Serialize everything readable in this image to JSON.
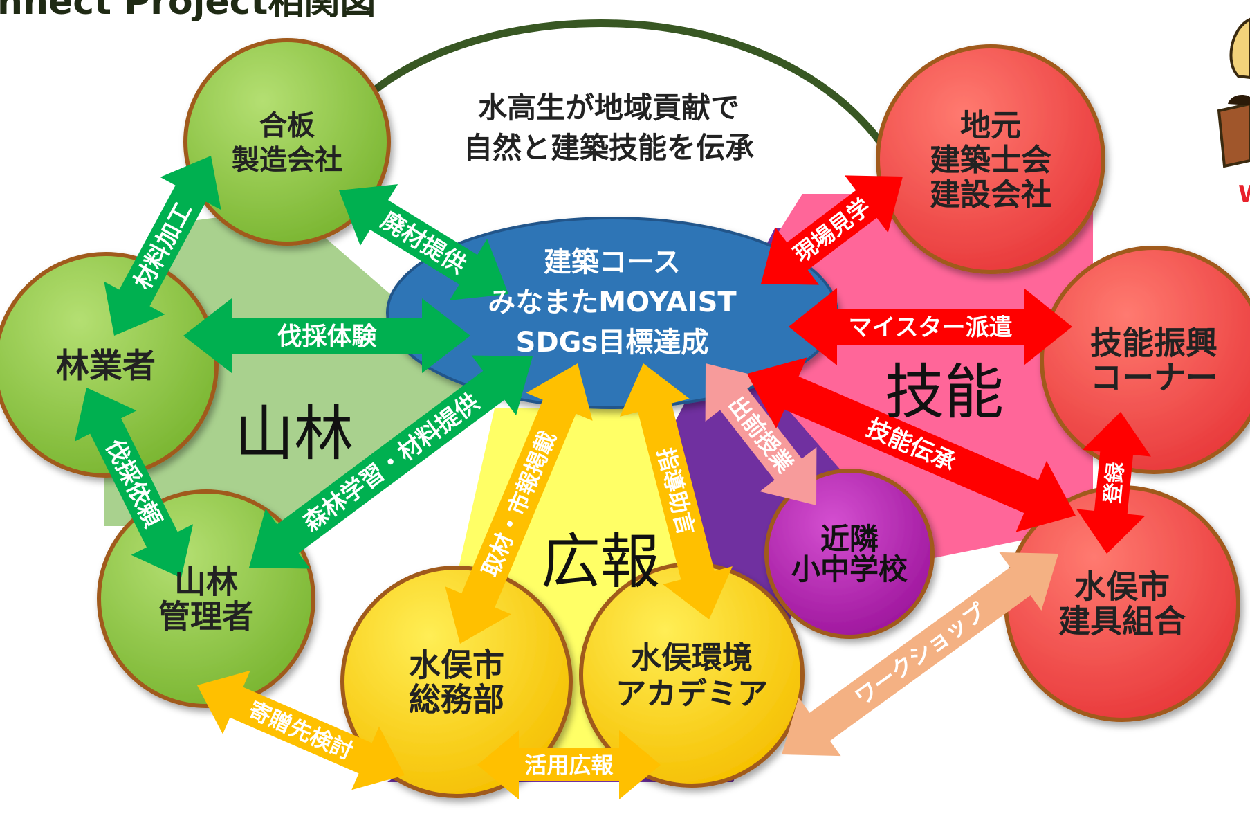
{
  "title": "nnect Project相関図",
  "center_tagline": [
    "水高生が地域貢献で",
    "自然と建築技能を伝承"
  ],
  "center": {
    "lines": [
      "建築コース",
      "みなまたMOYAIST",
      "SDGs目標達成"
    ]
  },
  "zones": {
    "forest": "山林",
    "skill": "技能",
    "pr": "広報"
  },
  "nodes": {
    "plywood": [
      "合板",
      "製造会社"
    ],
    "forester": [
      "林業者"
    ],
    "forest_manager": [
      "山林",
      "管理者"
    ],
    "general_affairs": [
      "水俣市",
      "総務部"
    ],
    "env_academy": [
      "水俣環境",
      "アカデミア"
    ],
    "schools": [
      "近隣",
      "小中学校"
    ],
    "joinery": [
      "水俣市",
      "建具組合"
    ],
    "skill_corner": [
      "技能振興",
      "コーナー"
    ],
    "architects": [
      "地元",
      "建築士会",
      "建設会社"
    ]
  },
  "links": {
    "scrap_supply": "廃材提供",
    "material_processing": "材料加工",
    "felling_experience": "伐採体験",
    "felling_request": "伐採依頼",
    "forest_learning": "森林学習・材料提供",
    "donation": "寄贈先検討",
    "city_pr": "取材・市報掲載",
    "guidance": "指導助言",
    "usage_pr": "活用広報",
    "visiting_class": "出前授業",
    "workshop": "ワークショップ",
    "skill_transfer": "技能伝承",
    "meister": "マイスター派遣",
    "site_visit": "現場見学",
    "registration": "登録"
  },
  "mascot_fragment": "W",
  "colors": {
    "green_node": "#8ec641",
    "green_arrow": "#00b050",
    "red_node": "#f04a4a",
    "red_arrow": "#ff0000",
    "yellow_node": "#ffc000",
    "magenta_node": "#b01fb0",
    "center_fill": "#2e75b6",
    "purple_zone": "#7030a0",
    "pink_zone": "#ff6699",
    "yellow_zone": "#ffff66",
    "forest_zone": "#a9d18e",
    "peach_arrow": "#f4b183",
    "salmon_arrow": "#f79b9b",
    "arc": "#385723"
  }
}
